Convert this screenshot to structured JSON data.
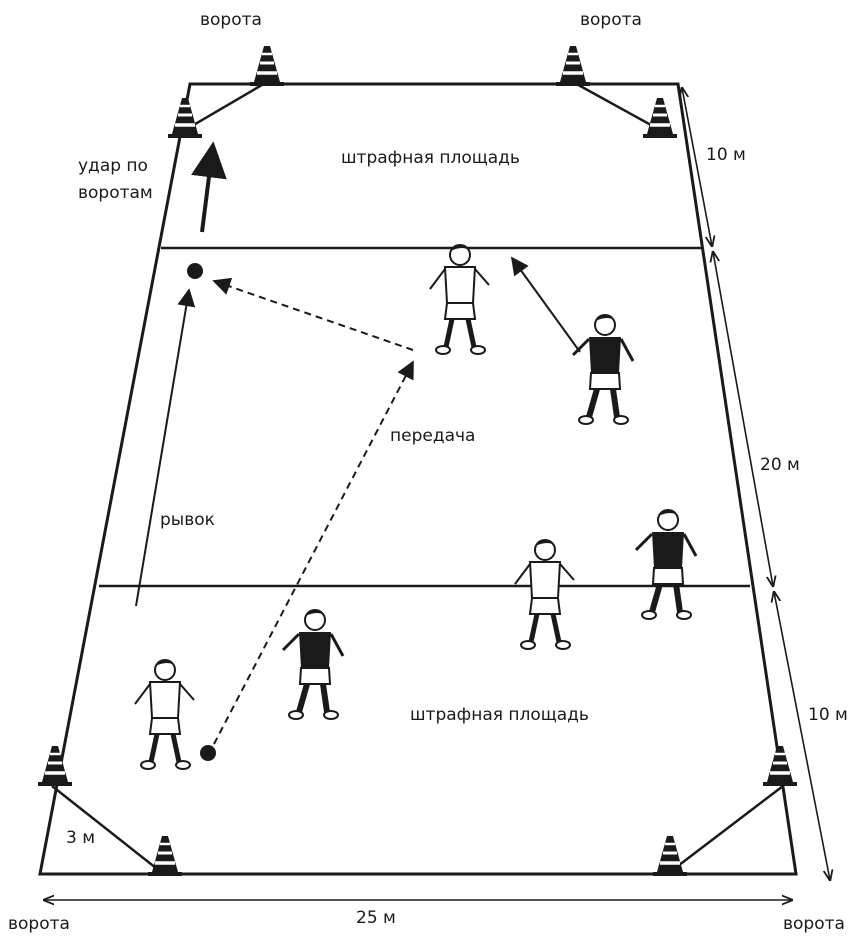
{
  "labels": {
    "goal_top_left": "ворота",
    "goal_top_right": "ворота",
    "goal_bottom_left": "ворота",
    "goal_bottom_right": "ворота",
    "shot_line1": "удар по",
    "shot_line2": "воротам",
    "penalty_top": "штрафная площадь",
    "penalty_bottom": "штрафная площадь",
    "pass": "передача",
    "sprint": "рывок",
    "dim_10_top": "10 м",
    "dim_20": "20 м",
    "dim_10_bottom": "10 м",
    "dim_3": "3 м",
    "dim_25": "25 м"
  },
  "colors": {
    "line": "#1a1a1a",
    "cone_stripe": "#ffffff",
    "team_dark": "#1a1a1a",
    "team_light": "#ffffff"
  },
  "players": [
    {
      "team": "light",
      "pose": "defender-top"
    },
    {
      "team": "dark",
      "pose": "runner-top-right"
    },
    {
      "team": "light",
      "pose": "midfield-right"
    },
    {
      "team": "dark",
      "pose": "far-right"
    },
    {
      "team": "light",
      "pose": "dribbler-bottom-left"
    },
    {
      "team": "dark",
      "pose": "passer-bottom"
    }
  ],
  "cones": [
    "top-goal-left",
    "top-goal-right",
    "top-corner-left",
    "top-corner-right",
    "bottom-corner-left",
    "bottom-corner-right",
    "bottom-goal-left",
    "bottom-goal-right"
  ],
  "balls": [
    "target-ball",
    "start-ball"
  ]
}
